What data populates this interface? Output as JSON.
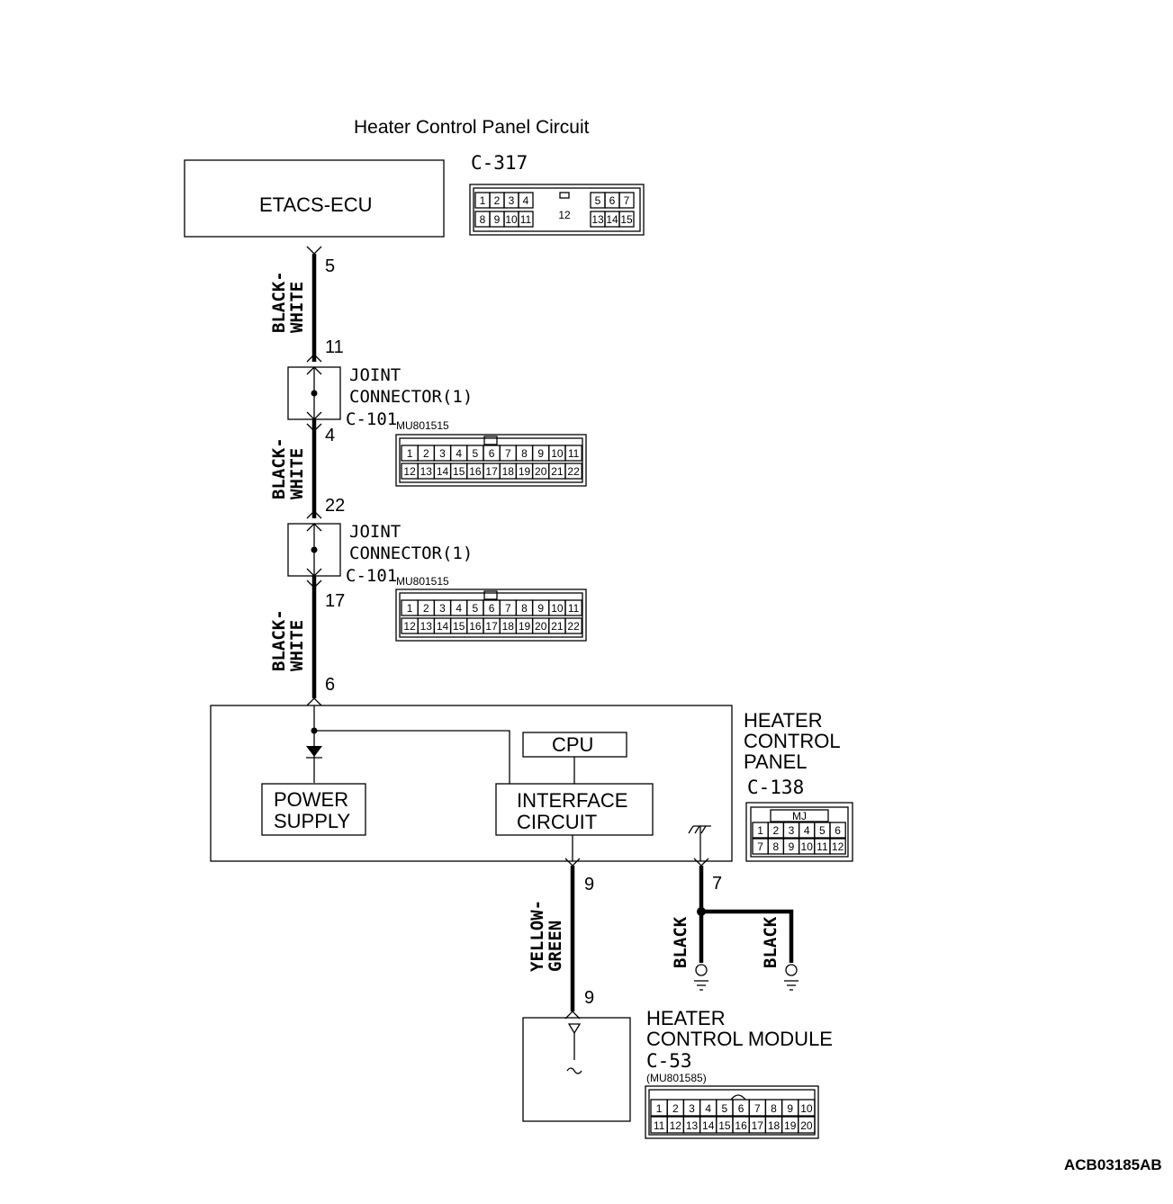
{
  "title": "Heater Control Panel Circuit",
  "figure_code": "ACB03185AB",
  "etacs": {
    "label": "ETACS-ECU",
    "connector": "C-317",
    "top_left": [
      "1",
      "2",
      "3",
      "4"
    ],
    "top_right": [
      "5",
      "6",
      "7"
    ],
    "bottom_left": [
      "8",
      "9",
      "10",
      "11"
    ],
    "bottom_right": [
      "13",
      "14",
      "15"
    ],
    "center": "12"
  },
  "wires": {
    "seg1": {
      "color": "BLACK-",
      "color2": "WHITE",
      "pin_top": "5",
      "pin_bottom": "11"
    },
    "seg2": {
      "color": "BLACK-",
      "color2": "WHITE",
      "pin_top": "4",
      "pin_bottom": "22"
    },
    "seg3": {
      "color": "BLACK-",
      "color2": "WHITE",
      "pin_top": "17",
      "pin_bottom": "6"
    },
    "signal": {
      "color": "YELLOW-",
      "color2": "GREEN",
      "pin_top": "9",
      "pin_bottom": "9"
    },
    "ground_pin": "7",
    "ground1": "BLACK",
    "ground2": "BLACK"
  },
  "joint1": {
    "line1": "JOINT",
    "line2": "CONNECTOR(1)",
    "connector": "C-101",
    "part": "MU801515"
  },
  "joint2": {
    "line1": "JOINT",
    "line2": "CONNECTOR(1)",
    "connector": "C-101",
    "part": "MU801515"
  },
  "c101_pins": {
    "top": [
      "1",
      "2",
      "3",
      "4",
      "5",
      "6",
      "7",
      "8",
      "9",
      "10",
      "11"
    ],
    "bottom": [
      "12",
      "13",
      "14",
      "15",
      "16",
      "17",
      "18",
      "19",
      "20",
      "21",
      "22"
    ]
  },
  "panel": {
    "line1": "HEATER",
    "line2": "CONTROL",
    "line3": "PANEL",
    "connector": "C-138",
    "key": "MJ",
    "top": [
      "1",
      "2",
      "3",
      "4",
      "5",
      "6"
    ],
    "bottom": [
      "7",
      "8",
      "9",
      "10",
      "11",
      "12"
    ],
    "cpu": "CPU",
    "power1": "POWER",
    "power2": "SUPPLY",
    "iface1": "INTERFACE",
    "iface2": "CIRCUIT"
  },
  "module": {
    "line1": "HEATER",
    "line2": "CONTROL MODULE",
    "connector": "C-53",
    "part": "(MU801585)",
    "top": [
      "1",
      "2",
      "3",
      "4",
      "5",
      "6",
      "7",
      "8",
      "9",
      "10"
    ],
    "bottom": [
      "11",
      "12",
      "13",
      "14",
      "15",
      "16",
      "17",
      "18",
      "19",
      "20"
    ]
  }
}
